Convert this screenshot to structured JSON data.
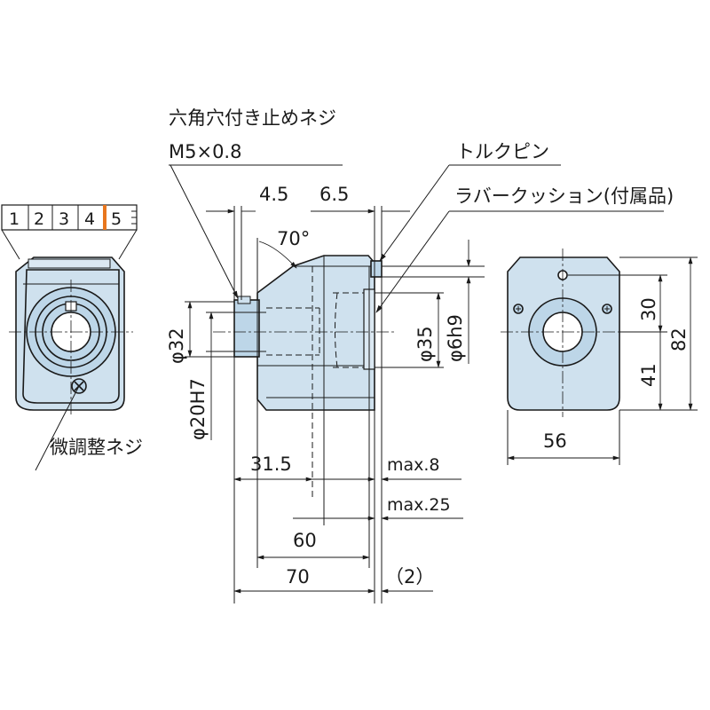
{
  "labels": {
    "set_screw_name": "六角穴付き止めネジ",
    "set_screw_size": "M5×0.8",
    "torque_pin": "トルクピン",
    "rubber_cushion": "ラバークッション(付属品)",
    "fine_adjust_screw": "微調整ネジ",
    "angle": "70°"
  },
  "dimensions": {
    "d_4_5": "4.5",
    "d_6_5": "6.5",
    "d_32": "φ32",
    "d_20h7": "φ20H7",
    "d_35": "φ35",
    "d_6h9": "φ6h9",
    "d_31_5": "31.5",
    "d_max8": "max.8",
    "d_max25": "max.25",
    "d_60": "60",
    "d_70": "70",
    "d_2": "（2）",
    "d_30": "30",
    "d_41": "41",
    "d_82": "82",
    "d_56": "56"
  },
  "scale": {
    "numbers": [
      "1",
      "2",
      "3",
      "4",
      "5"
    ],
    "accent_color": "#e8761e"
  },
  "colors": {
    "body_fill": "#cfe1ee",
    "line": "#1a1a1a"
  }
}
